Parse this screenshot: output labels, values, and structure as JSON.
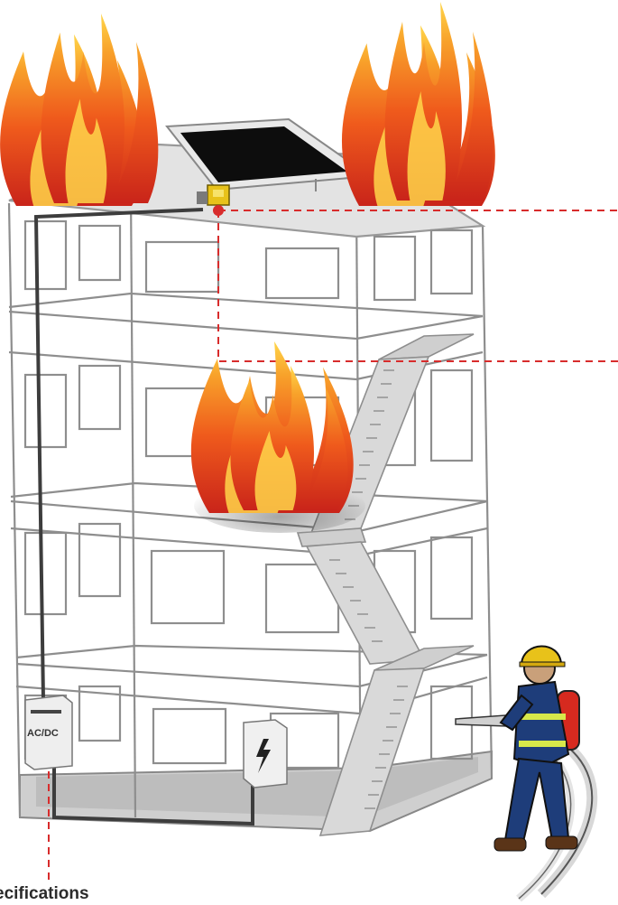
{
  "labels": {
    "specifications": "ecifications",
    "acdc": "AC/DC"
  },
  "icons": {
    "lightning": "lightning-bolt-icon",
    "fire": "flame-icon",
    "firefighter": "firefighter-figure"
  },
  "colors": {
    "callout": "#d82c2c",
    "solar_panel": "#0d0d0d",
    "flame_outer": "#e8461c",
    "flame_mid": "#f58a1e",
    "flame_inner": "#ffc93a",
    "building_line": "#8e8e8e",
    "device_yellow": "#e8c21a"
  }
}
